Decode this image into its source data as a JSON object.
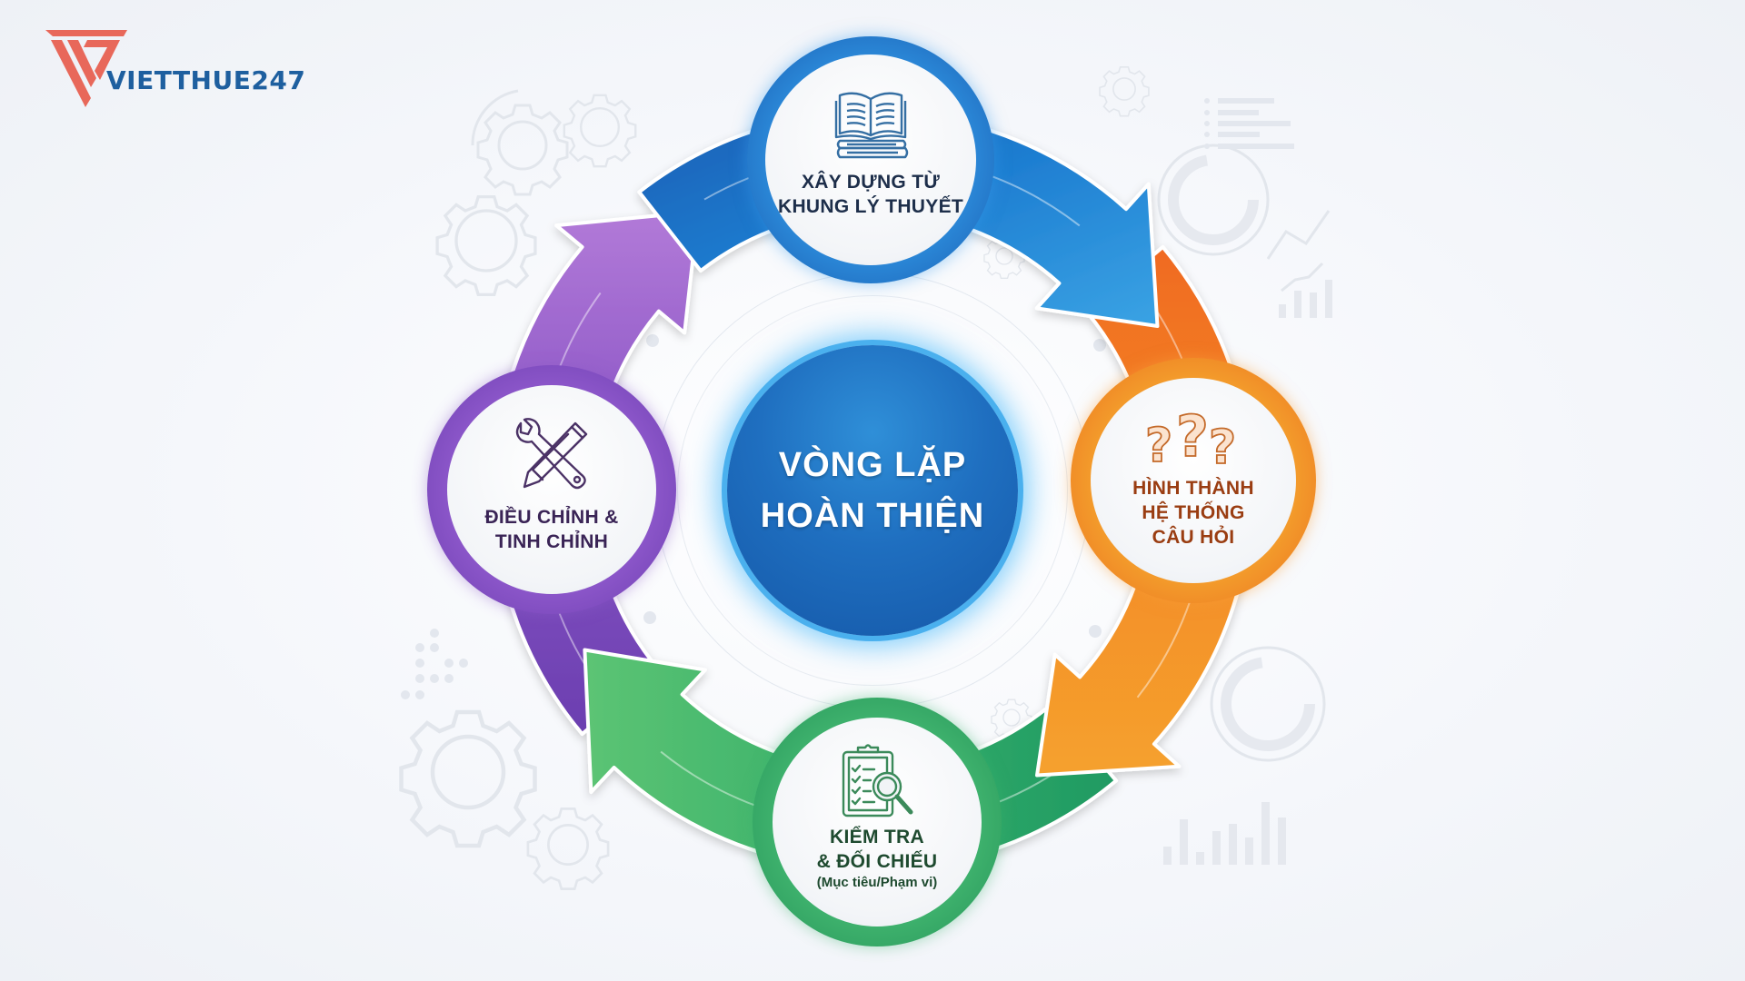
{
  "brand": {
    "name": "VIETTHUE247",
    "logo_icon": "triangle-v-logo-icon",
    "colors": {
      "logo_mark": "#e8685a",
      "logo_text": "#1e5f9f"
    }
  },
  "diagram": {
    "center": {
      "title_line1": "VÒNG LẶP",
      "title_line2": "HOÀN THIỆN",
      "color": "#1a62b4"
    },
    "steps": [
      {
        "id": "theory",
        "line1": "XÂY DỰNG TỪ",
        "line2": "KHUNG LÝ THUYẾT",
        "icon": "book-stack-icon",
        "color": "#1f72c8",
        "text_color": "#1d2e4a"
      },
      {
        "id": "questions",
        "line1": "HÌNH THÀNH",
        "line2": "HỆ THỐNG",
        "line3": "CÂU HỎI",
        "icon": "question-marks-icon",
        "color": "#f08a24",
        "text_color": "#9a3d12"
      },
      {
        "id": "check",
        "line1": "KIỂM TRA",
        "line2": "& ĐỐI CHIẾU",
        "sub": "(Mục tiêu/Phạm vi)",
        "icon": "clipboard-magnifier-icon",
        "color": "#2fa866",
        "text_color": "#1e4a2f"
      },
      {
        "id": "adjust",
        "line1": "ĐIỀU CHỈNH &",
        "line2": "TINH CHỈNH",
        "icon": "wrench-pencil-icon",
        "color": "#8a4fc4",
        "text_color": "#3a2456"
      }
    ],
    "flow": [
      "theory",
      "questions",
      "check",
      "adjust",
      "theory"
    ]
  }
}
